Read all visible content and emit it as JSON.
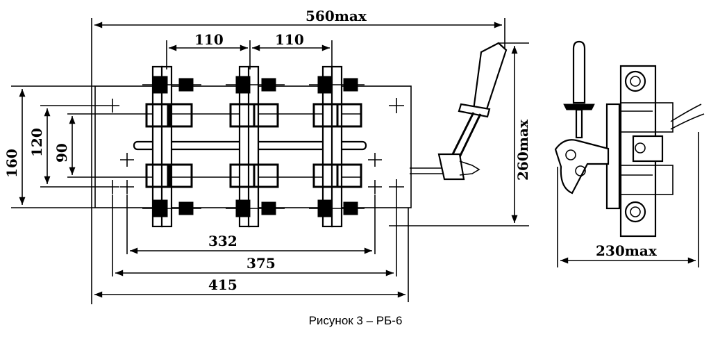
{
  "figure": {
    "caption": "Рисунок 3 –  РБ-6",
    "dimensions": {
      "overall_width": "560max",
      "pole_spacing_left": "110",
      "pole_spacing_right": "110",
      "base_height": "160",
      "mount_height_outer": "120",
      "mount_height_inner": "90",
      "overall_height": "260max",
      "side_depth": "230max",
      "hole_span_inner": "332",
      "hole_span_mid": "375",
      "base_length": "415"
    }
  }
}
